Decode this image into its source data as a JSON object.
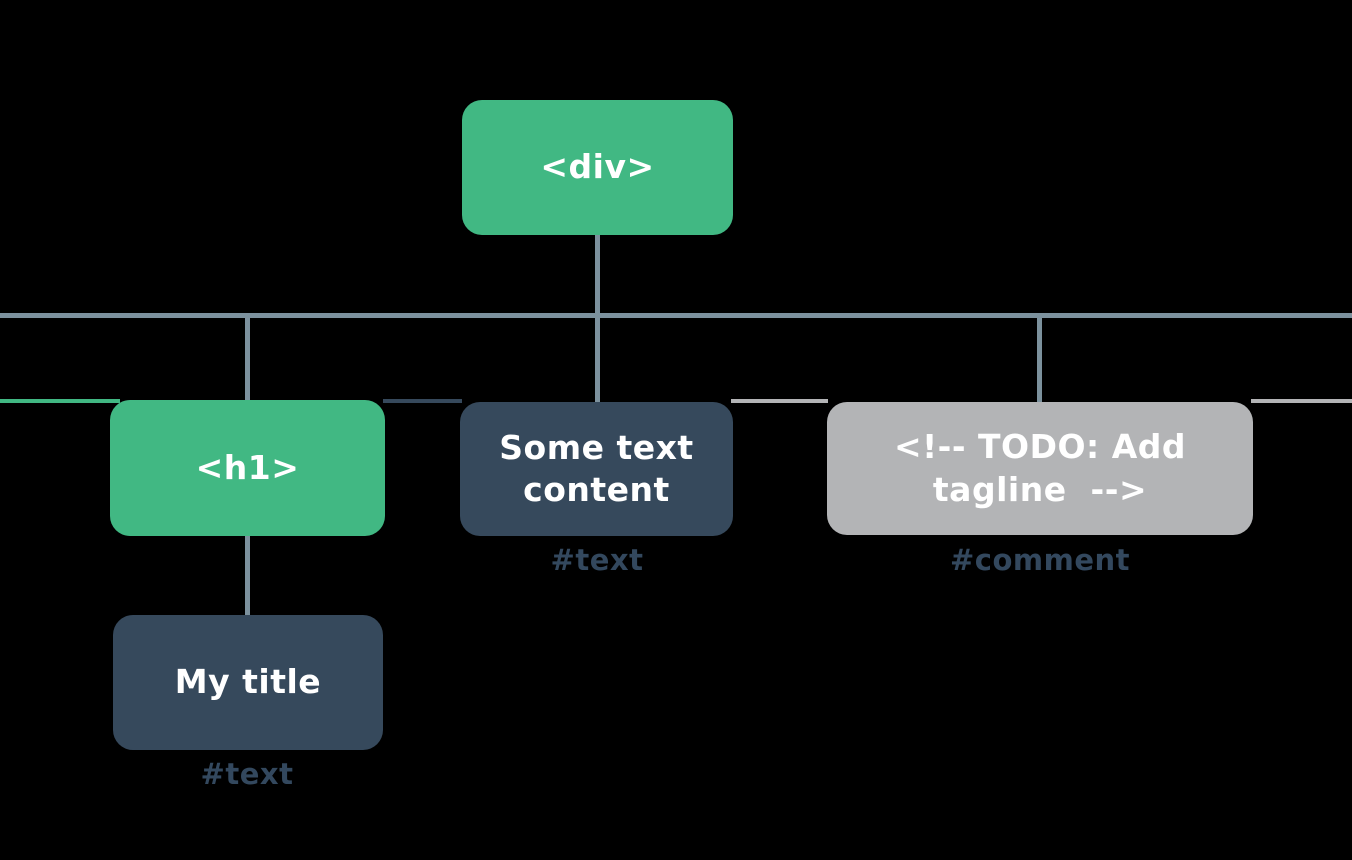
{
  "colors": {
    "background": "#000000",
    "element": "#41b883",
    "text_node": "#36495c",
    "comment_node": "#b3b4b6",
    "connector": "#7c919d",
    "label": "#33485e",
    "box_text": "#ffffff"
  },
  "tree": {
    "root": {
      "label": "<div>",
      "type": "element"
    },
    "children": [
      {
        "label": "<h1>",
        "type": "element",
        "child": {
          "label": "My title",
          "type": "text",
          "annotation": "#text"
        }
      },
      {
        "label": "Some text\ncontent",
        "type": "text",
        "annotation": "#text"
      },
      {
        "label": "<!-- TODO: Add\ntagline  -->",
        "type": "comment",
        "annotation": "#comment"
      }
    ]
  }
}
